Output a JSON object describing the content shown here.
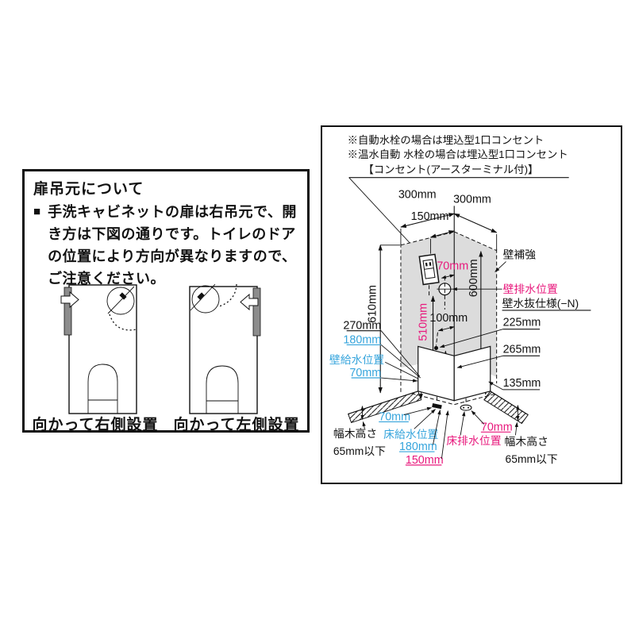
{
  "colors": {
    "accent_pink": "#e8187c",
    "accent_blue": "#35a4dc",
    "wall_reinforce_gray": "#dcdcdc",
    "door_bar_gray": "#8c8c8c",
    "line_black": "#111111"
  },
  "left_panel": {
    "title": "扉吊元について",
    "bullet": "■",
    "body": "手洗キャビネットの扉は右吊元で、開\nき方は下図の通りです。トイレのドア\nの位置により方向が異なりますので、\nご注意ください。",
    "caption_right": "向かって右側設置",
    "caption_left": "向かって左側設置"
  },
  "right_panel": {
    "note1": "※自動水栓の場合は埋込型1口コンセント",
    "note2": "※温水自動 水栓の場合は埋込型1口コンセント",
    "note3": "【コンセント(アースターミナル付)】",
    "dims": {
      "w300_left": "300mm",
      "w300_right": "300mm",
      "w150": "150mm",
      "h600": "600mm",
      "h610": "610mm",
      "h510": "510mm",
      "w70_wall_drain": "70mm",
      "w100": "100mm",
      "d225": "225mm",
      "d265": "265mm",
      "d135": "135mm",
      "d270": "270mm",
      "d180_wall": "180mm",
      "w70_wall_supply": "70mm",
      "w70_floor_supply": "70mm",
      "d180_floor": "180mm",
      "d150_floor": "150mm",
      "w70_floor_drain": "70mm"
    },
    "labels": {
      "wall_reinforcement": "壁補強",
      "wall_drain_position": "壁排水位置",
      "wall_drain_spec": "壁水抜仕様(−N)",
      "wall_supply_position": "壁給水位置",
      "floor_supply_position": "床給水位置",
      "floor_drain_position": "床排水位置",
      "skirting_left_1": "幅木高さ",
      "skirting_left_2": "65mm以下",
      "skirting_right_1": "幅木高さ",
      "skirting_right_2": "65mm以下"
    }
  }
}
